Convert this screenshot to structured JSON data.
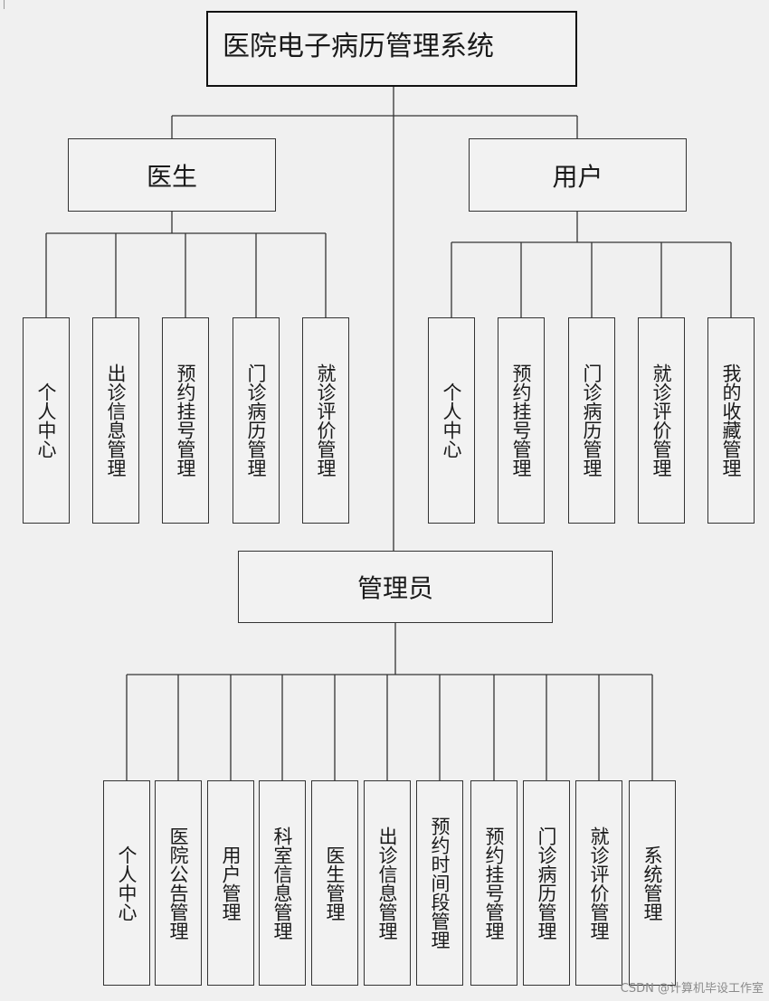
{
  "root": {
    "title": "医院电子病历管理系统"
  },
  "roles": {
    "doctor": {
      "label": "医生",
      "children": [
        "个人中心",
        "出诊信息管理",
        "预约挂号管理",
        "门诊病历管理",
        "就诊评价管理"
      ]
    },
    "user": {
      "label": "用户",
      "children": [
        "个人中心",
        "预约挂号管理",
        "门诊病历管理",
        "就诊评价管理",
        "我的收藏管理"
      ]
    },
    "admin": {
      "label": "管理员",
      "children": [
        "个人中心",
        "医院公告管理",
        "用户管理",
        "科室信息管理",
        "医生管理",
        "出诊信息管理",
        "预约时间段管理",
        "预约挂号管理",
        "门诊病历管理",
        "就诊评价管理",
        "系统管理"
      ]
    }
  },
  "watermark": "CSDN @计算机毕设工作室"
}
